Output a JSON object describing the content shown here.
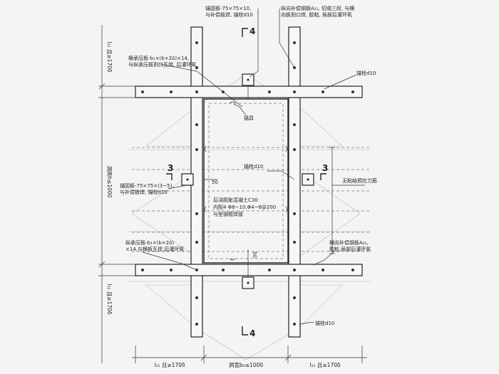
{
  "annotations": {
    "anchor_plate_top": [
      "锚固板-75×75×10,",
      "与补偿板焊, 锚栓d10"
    ],
    "longitudinal_comp_plate": [
      "纵向补偿钢板A₂₁, 切或三段, 与横",
      "向板割口焊, 胶粘, 局部后灌环氧"
    ],
    "transverse_bearing_plate": [
      "横承压板-b₁×(b+2δ)×14,",
      "与纵承压板割口互焊, 后灌环氧"
    ],
    "anchor_bolt_right_top": "锚栓d10",
    "anchor_tool": "锚具",
    "anchor_bolt_middle": "锚栓d10",
    "anchor_plate_left": [
      "锚固板-75×75×(3~5),",
      "与补偿板焊, 锚栓d10"
    ],
    "unbonded_tendon": "无粘结预应力筋",
    "concrete_fill": [
      "后浇膨胀混凝土C30",
      "内配4 Φ8~10,Φ4~6@200",
      "与型钢框焊接"
    ],
    "longitudinal_bearing_plate": [
      "纵承压板-b₁×(b+2δ)",
      "×14,与横板互焊,后灌环氧"
    ],
    "transverse_comp_plate": [
      "横向补偿钢板A₂₂,",
      "胶粘,局部后灌环氧"
    ],
    "anchor_bolt_bottom": "锚栓d10",
    "dim_50_side": "50",
    "dim_50_bottom": "50"
  },
  "section_marks": {
    "top": "4",
    "bottom": "4",
    "left": "3",
    "right": "3"
  },
  "dimensions": {
    "left_top": "l₁₁ 且≥170δ",
    "left_middle": "洞高h≤1000",
    "left_bottom": "l₁₁ 且≥170δ",
    "bottom_left": "l₁₁ 且≥170δ",
    "bottom_middle": "洞宽b₀≤1000",
    "bottom_right": "l₁₁ 且≥170δ"
  }
}
